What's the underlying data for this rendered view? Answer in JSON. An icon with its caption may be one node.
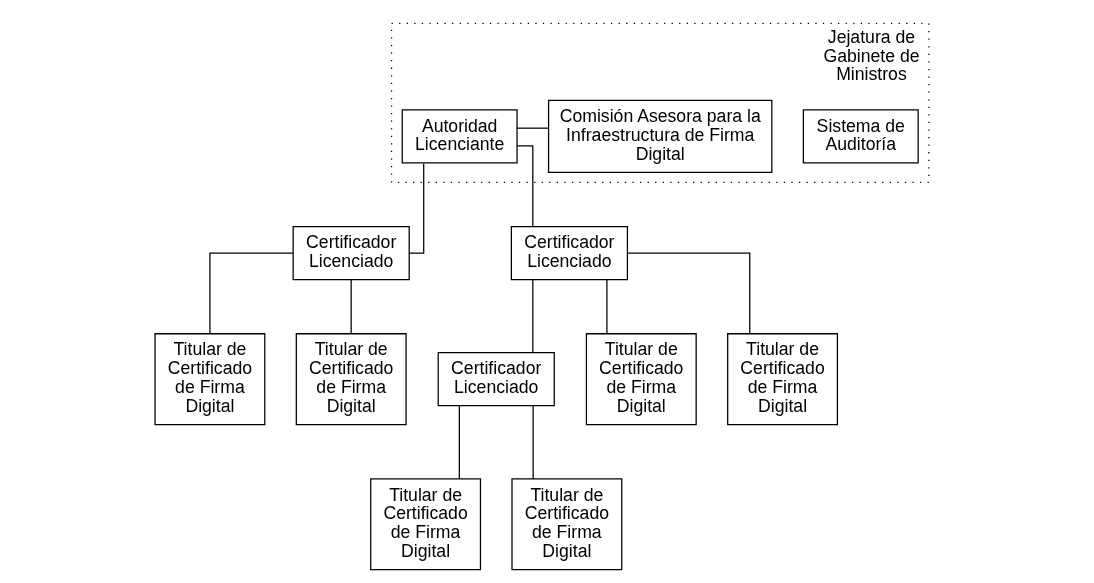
{
  "diagram": {
    "nodes": [
      {
        "text": [
          "Jejatura de Gabinete de Ministros"
        ]
      },
      {
        "text": [
          "Sistema de Auditoría"
        ],
        "in": 0
      },
      {
        "text": [
          "Autoridad Licenciante"
        ],
        "in": 0
      },
      {
        "text": [
          "Comisión Asesora para la Infraestructura de Firma Digital"
        ],
        "in": 0
      },
      {
        "text": [
          "Certificador Licenciado"
        ]
      },
      {
        "text": [
          "Certificador Licenciado"
        ]
      },
      {
        "text": [
          "Certificador Licenciado"
        ]
      },
      {
        "text": [
          "Titular de Certificado de Firma Digital"
        ]
      },
      {
        "text": [
          "Titular de Certificado de Firma Digital"
        ]
      },
      {
        "text": [
          "Titular de Certificado de Firma Digital"
        ]
      },
      {
        "text": [
          "Titular de Certificado de Firma Digital"
        ]
      },
      {
        "text": [
          "Titular de Certificado de Firma Digital"
        ]
      },
      {
        "text": [
          "Titular de Certificado de Firma Digital"
        ]
      }
    ],
    "edges": [
      {
        "from": 2,
        "to": 3,
        "arrow": "none"
      },
      {
        "from": 2,
        "to": 4,
        "arrow": "none"
      },
      {
        "from": 2,
        "to": 5,
        "arrow": "none"
      },
      {
        "from": 5,
        "to": 6,
        "arrow": "none"
      },
      {
        "from": 4,
        "to": 7,
        "arrow": "none"
      },
      {
        "from": 4,
        "to": 8,
        "arrow": "none"
      },
      {
        "from": 5,
        "to": 9,
        "arrow": "none"
      },
      {
        "from": 5,
        "to": 10,
        "arrow": "none"
      },
      {
        "from": 6,
        "to": 11,
        "arrow": "none"
      },
      {
        "from": 6,
        "to": 12,
        "arrow": "none"
      }
    ]
  }
}
